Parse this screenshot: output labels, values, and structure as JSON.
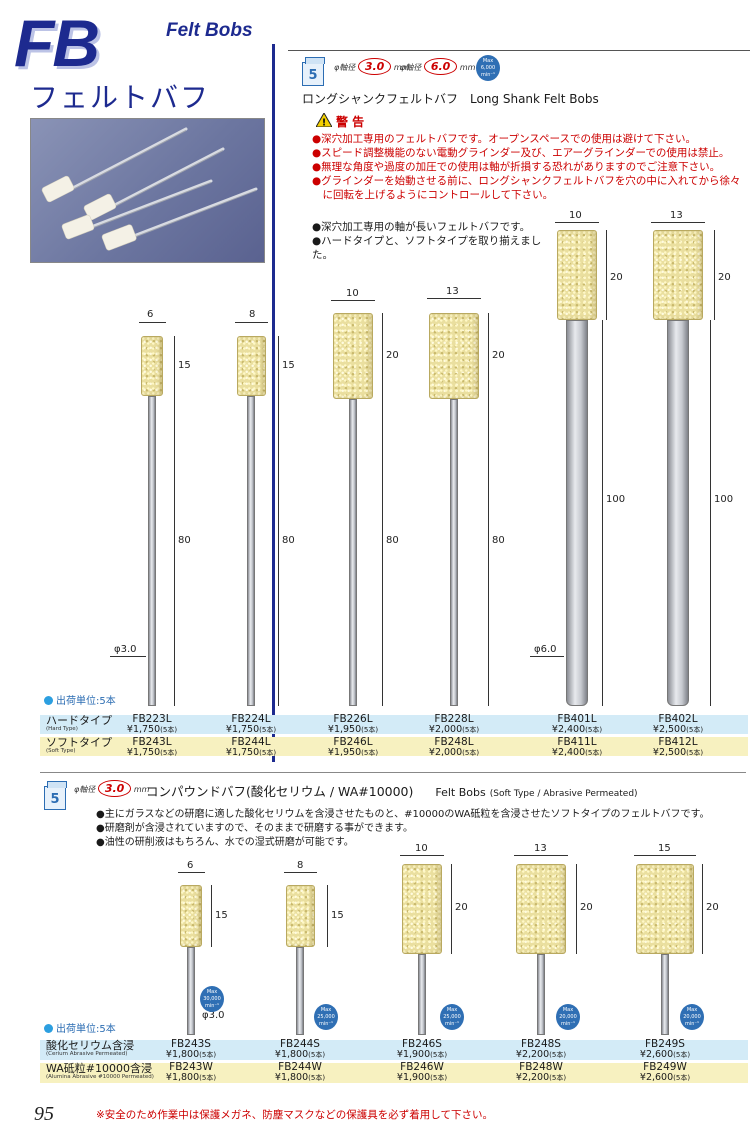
{
  "header": {
    "logo": "FB",
    "subtitle": "Felt Bobs",
    "jp_title": "フェルトバフ"
  },
  "section1": {
    "badge": "5",
    "dia_prefix": "φ軸径",
    "dia_a": "3.0",
    "dia_b": "6.0",
    "mm": "mm",
    "max_badge": [
      "Max",
      "6,000",
      "min⁻¹"
    ],
    "title": "ロングシャンクフェルトバフ　Long Shank Felt Bobs",
    "warning_title": "警 告",
    "warnings": [
      "●深穴加工専用のフェルトバフです。オープンスペースでの使用は避けて下さい。",
      "●スピード調整機能のない電動グラインダー及び、エアーグラインダーでの使用は禁止。",
      "●無理な角度や過度の加圧での使用は軸が折損する恐れがありますのでご注意下さい。",
      "●グラインダーを始動させる前に、ロングシャンクフェルトバフを穴の中に入れてから徐々",
      "　に回転を上げるようにコントロールして下さい。"
    ],
    "notes": [
      "●深穴加工専用の軸が長いフェルトバフです。",
      "●ハードタイプと、ソフトタイプを取り揃えました。"
    ],
    "dims": {
      "w6": "6",
      "w8": "8",
      "w10a": "10",
      "w13a": "13",
      "w10b": "10",
      "w13b": "13",
      "h15a": "15",
      "h15b": "15",
      "h20a": "20",
      "h20b": "20",
      "h20c": "20",
      "h20d": "20",
      "l80a": "80",
      "l80b": "80",
      "l80c": "80",
      "l80d": "80",
      "l100a": "100",
      "l100b": "100",
      "phi3": "φ3.0",
      "phi6": "φ6.0"
    },
    "ship_unit": "出荷単位:5本",
    "hard_label": "ハードタイプ",
    "hard_sub": "(Hard Type)",
    "soft_label": "ソフトタイプ",
    "soft_sub": "(Soft Type)",
    "hard": [
      {
        "code": "FB223L",
        "price": "¥1,750",
        "unit": "(5本)"
      },
      {
        "code": "FB224L",
        "price": "¥1,750",
        "unit": "(5本)"
      },
      {
        "code": "FB226L",
        "price": "¥1,950",
        "unit": "(5本)"
      },
      {
        "code": "FB228L",
        "price": "¥2,000",
        "unit": "(5本)"
      },
      {
        "code": "FB401L",
        "price": "¥2,400",
        "unit": "(5本)"
      },
      {
        "code": "FB402L",
        "price": "¥2,500",
        "unit": "(5本)"
      }
    ],
    "soft": [
      {
        "code": "FB243L",
        "price": "¥1,750",
        "unit": "(5本)"
      },
      {
        "code": "FB244L",
        "price": "¥1,750",
        "unit": "(5本)"
      },
      {
        "code": "FB246L",
        "price": "¥1,950",
        "unit": "(5本)"
      },
      {
        "code": "FB248L",
        "price": "¥2,000",
        "unit": "(5本)"
      },
      {
        "code": "FB411L",
        "price": "¥2,400",
        "unit": "(5本)"
      },
      {
        "code": "FB412L",
        "price": "¥2,500",
        "unit": "(5本)"
      }
    ]
  },
  "section2": {
    "badge": "5",
    "dia_prefix": "φ軸径",
    "dia": "3.0",
    "mm": "mm",
    "title_jp": "コンパウンドバフ(酸化セリウム / WA#10000)",
    "title_en": "Felt Bobs",
    "title_en_sub": "(Soft Type / Abrasive Permeated)",
    "notes": [
      "●主にガラスなどの研磨に適した酸化セリウムを含浸させたものと、#10000のWA砥粒を含浸させたソフトタイプのフェルトバフです。",
      "●研磨剤が含浸されていますので、そのままで研磨する事ができます。",
      "●油性の研削液はもちろん、水での湿式研磨が可能です。"
    ],
    "dims": {
      "w6": "6",
      "w8": "8",
      "w10": "10",
      "w13": "13",
      "w15": "15",
      "h15a": "15",
      "h15b": "15",
      "h20a": "20",
      "h20b": "20",
      "h20c": "20",
      "phi3": "φ3.0"
    },
    "max_badges": [
      [
        "Max",
        "30,000",
        "min⁻¹"
      ],
      [
        "Max",
        "25,000",
        "min⁻¹"
      ],
      [
        "Max",
        "25,000",
        "min⁻¹"
      ],
      [
        "Max",
        "20,000",
        "min⁻¹"
      ],
      [
        "Max",
        "20,000",
        "min⁻¹"
      ]
    ],
    "ship_unit": "出荷単位:5本",
    "cerium_label": "酸化セリウム含浸",
    "cerium_sub": "(Cerium Abrasive Permeated)",
    "wa_label": "WA砥粒#10000含浸",
    "wa_sub": "(Alumina Abrasive #10000 Permeated)",
    "cerium": [
      {
        "code": "FB243S",
        "price": "¥1,800",
        "unit": "(5本)"
      },
      {
        "code": "FB244S",
        "price": "¥1,800",
        "unit": "(5本)"
      },
      {
        "code": "FB246S",
        "price": "¥1,900",
        "unit": "(5本)"
      },
      {
        "code": "FB248S",
        "price": "¥2,200",
        "unit": "(5本)"
      },
      {
        "code": "FB249S",
        "price": "¥2,600",
        "unit": "(5本)"
      }
    ],
    "wa": [
      {
        "code": "FB243W",
        "price": "¥1,800",
        "unit": "(5本)"
      },
      {
        "code": "FB244W",
        "price": "¥1,800",
        "unit": "(5本)"
      },
      {
        "code": "FB246W",
        "price": "¥1,900",
        "unit": "(5本)"
      },
      {
        "code": "FB248W",
        "price": "¥2,200",
        "unit": "(5本)"
      },
      {
        "code": "FB249W",
        "price": "¥2,600",
        "unit": "(5本)"
      }
    ]
  },
  "footer": {
    "page": "95",
    "note": "※安全のため作業中は保護メガネ、防塵マスクなどの保護具を必ず着用して下さい。"
  }
}
